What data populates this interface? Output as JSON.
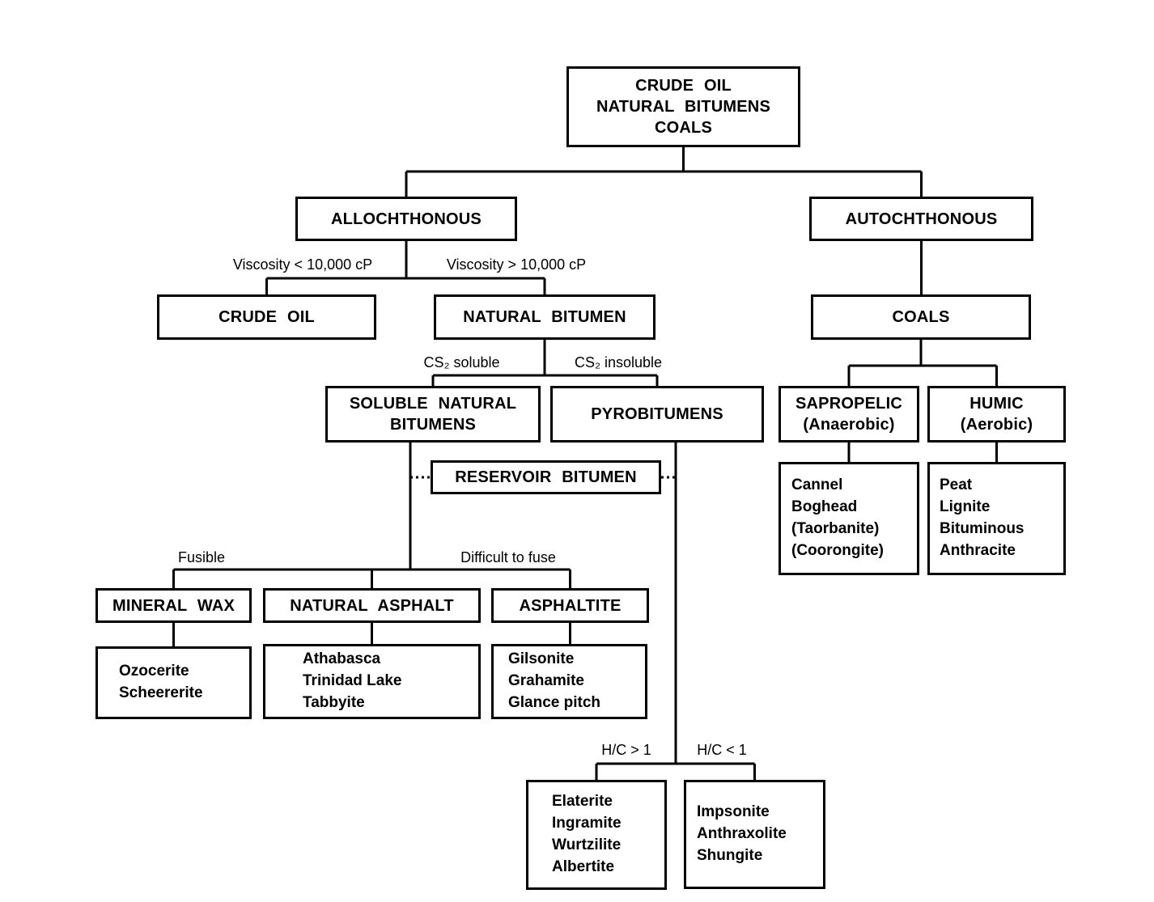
{
  "nodes": {
    "root": "CRUDE OIL\nNATURAL BITUMENS\nCOALS",
    "allochthonous": "ALLOCHTHONOUS",
    "autochthonous": "AUTOCHTHONOUS",
    "crude_oil": "CRUDE OIL",
    "natural_bitumen": "NATURAL BITUMEN",
    "coals": "COALS",
    "soluble_natural_bitumens": "SOLUBLE NATURAL\nBITUMENS",
    "pyrobitumens": "PYROBITUMENS",
    "reservoir_bitumen": "RESERVOIR BITUMEN",
    "sapropelic": "SAPROPELIC\n(Anaerobic)",
    "humic": "HUMIC\n(Aerobic)",
    "mineral_wax": "MINERAL WAX",
    "natural_asphalt": "NATURAL ASPHALT",
    "asphaltite": "ASPHALTITE",
    "mineral_wax_examples": "Ozocerite\nScheererite",
    "natural_asphalt_examples": "Athabasca\nTrinidad Lake\nTabbyite",
    "asphaltite_examples": "Gilsonite\nGrahamite\nGlance pitch",
    "sapropelic_examples": "Cannel\nBoghead\n(Taorbanite)\n(Coorongite)",
    "humic_examples": "Peat\nLignite\nBituminous\nAnthracite",
    "hc_high_examples": "Elaterite\nIngramite\nWurtzilite\nAlbertite",
    "hc_low_examples": "Impsonite\nAnthraxolite\nShungite"
  },
  "edge_labels": {
    "viscosity_low": "Viscosity < 10,000 cP",
    "viscosity_high": "Viscosity > 10,000 cP",
    "cs2_soluble": "CS₂ soluble",
    "cs2_insoluble": "CS₂ insoluble",
    "fusible": "Fusible",
    "difficult_to_fuse": "Difficult to fuse",
    "hc_high": "H/C > 1",
    "hc_low": "H/C < 1"
  },
  "colors": {
    "line": "#000000",
    "box_border": "#000000",
    "background": "#ffffff",
    "text": "#000000"
  }
}
